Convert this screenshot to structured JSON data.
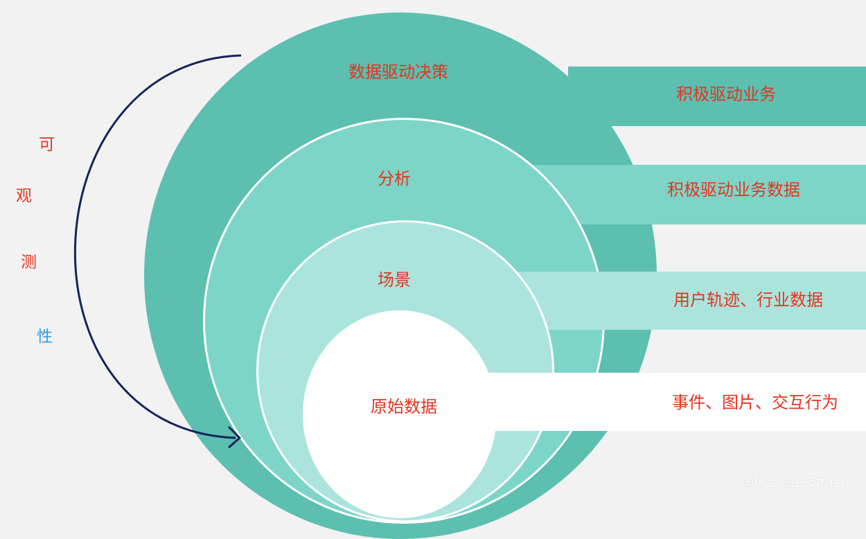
{
  "diagram": {
    "levels": [
      {
        "center_label": "数据驱动决策",
        "band_label": "积极驱动业务",
        "fill": "#5cbfaf"
      },
      {
        "center_label": "分析",
        "band_label": "积极驱动业务数据",
        "fill": "#7dd5c8"
      },
      {
        "center_label": "场景",
        "band_label": "用户轨迹、行业数据",
        "fill": "#abe4dd"
      },
      {
        "center_label": "原始数据",
        "band_label": "事件、图片、交互行为",
        "fill": "#ffffff"
      }
    ],
    "side_text": [
      {
        "char": "可",
        "color": "#e8321e"
      },
      {
        "char": "观",
        "color": "#e8321e"
      },
      {
        "char": "测",
        "color": "#e8321e"
      },
      {
        "char": "性",
        "color": "#2f9be6"
      }
    ],
    "arrow_color": "#15235a",
    "label_color": "#e8321e"
  },
  "watermark": "@稀土掘金技术社区"
}
